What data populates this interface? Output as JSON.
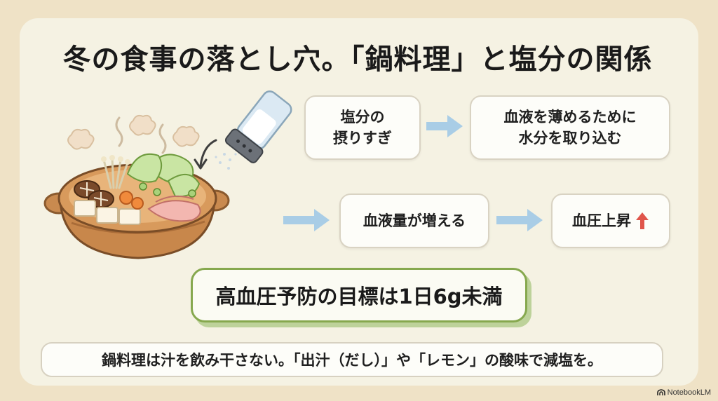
{
  "title": "冬の食事の落とし穴。「鍋料理」と塩分の関係",
  "flow": {
    "step1": "塩分の\n摂りすぎ",
    "step2": "血液を薄めるために\n水分を取り込む",
    "step3": "血液量が増える",
    "step4": "血圧上昇"
  },
  "target": "高血圧予防の目標は1日6g未満",
  "tip": "鍋料理は汁を飲み干さない。「出汁（だし）」や「レモン」の酸味で減塩を。",
  "brand": "NotebookLM",
  "colors": {
    "arrow": "#a9cde6",
    "up_arrow": "#e0554b",
    "target_border": "#86a84e"
  },
  "icons": [
    "hot-pot-illustration",
    "salt-shaker-icon",
    "flow-arrow-icon",
    "up-arrow-icon",
    "notebooklm-logo-icon"
  ]
}
